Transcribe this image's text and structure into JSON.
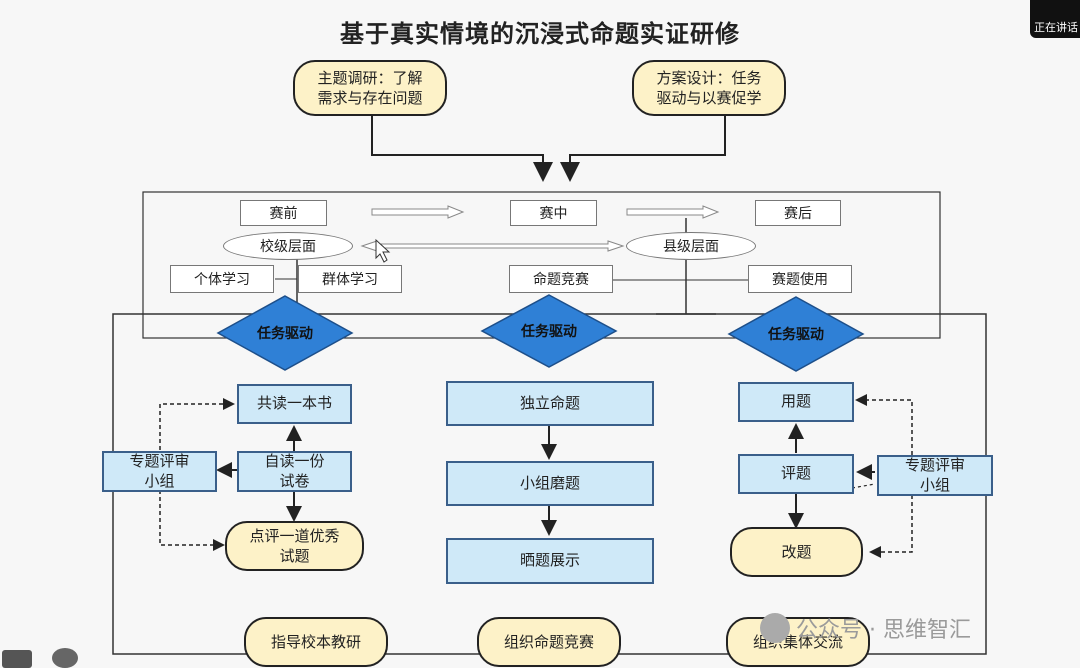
{
  "title": "基于真实情境的沉浸式命题实证研修",
  "speaking_badge": "正在讲话",
  "top_pills": {
    "left": "主题调研：了解\n需求与存在问题",
    "right": "方案设计：任务\n驱动与以赛促学"
  },
  "stages": {
    "before": "赛前",
    "during": "赛中",
    "after": "赛后"
  },
  "levels": {
    "school": "校级层面",
    "county": "县级层面"
  },
  "activities": {
    "individual": "个体学习",
    "group": "群体学习",
    "contest": "命题竞赛",
    "use": "赛题使用"
  },
  "task_drive": [
    "任务驱动",
    "任务驱动",
    "任务驱动"
  ],
  "left_column": {
    "read_book": "共读一本书",
    "self_read": "自读一份\n试卷",
    "review_group": "专题评审\n小组",
    "comment": "点评一道优秀\n试题"
  },
  "middle_column": {
    "independent": "独立命题",
    "group_polish": "小组磨题",
    "show": "晒题展示"
  },
  "right_column": {
    "use_q": "用题",
    "evaluate": "评题",
    "review_group": "专题评审\n小组",
    "revise": "改题"
  },
  "bottom_pills": [
    "指导校本教研",
    "组织命题竞赛",
    "组织集体交流"
  ],
  "watermark": "公众号 · 思维智汇",
  "colors": {
    "diamond": "#2f80d6",
    "blue_box": "#cfe9f8",
    "pill": "#fdf2c8"
  }
}
